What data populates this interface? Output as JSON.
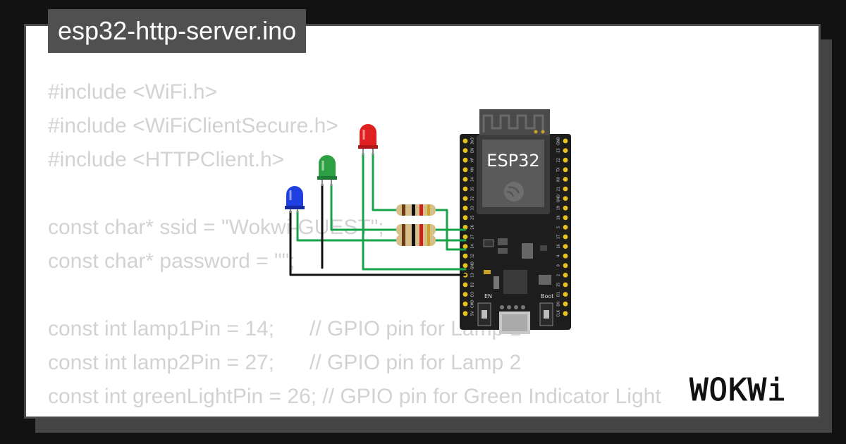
{
  "project": {
    "filename": "esp32-http-server.ino"
  },
  "code_lines": [
    "#include <WiFi.h>",
    "#include <WiFiClientSecure.h>",
    "#include <HTTPClient.h>",
    "",
    "const char* ssid = \"Wokwi-GUEST\";",
    "const char* password = \"\";",
    "",
    "const int lamp1Pin = 14;      // GPIO pin for Lamp 1",
    "const int lamp2Pin = 27;      // GPIO pin for Lamp 2",
    "const int greenLightPin = 26; // GPIO pin for Green Indicator Light"
  ],
  "board": {
    "chip_label": "ESP32",
    "pins_left": [
      "3V3",
      "EN",
      "VP",
      "VN",
      "34",
      "35",
      "32",
      "33",
      "25",
      "26",
      "27",
      "14",
      "12",
      "GND",
      "13",
      "D2",
      "D3",
      "CMD",
      "5V"
    ],
    "pins_right": [
      "GND",
      "23",
      "22",
      "TX",
      "RX",
      "21",
      "GND",
      "19",
      "18",
      "5",
      "17",
      "16",
      "4",
      "0",
      "2",
      "15",
      "D1",
      "D0",
      "CLK"
    ],
    "button_en": "EN",
    "button_boot": "Boot"
  },
  "leds": [
    {
      "color": "red",
      "hex": "#e02020"
    },
    {
      "color": "green",
      "hex": "#2ea043"
    },
    {
      "color": "blue",
      "hex": "#1f3fe0"
    }
  ],
  "brand": {
    "logo_text": "WOKWi"
  }
}
